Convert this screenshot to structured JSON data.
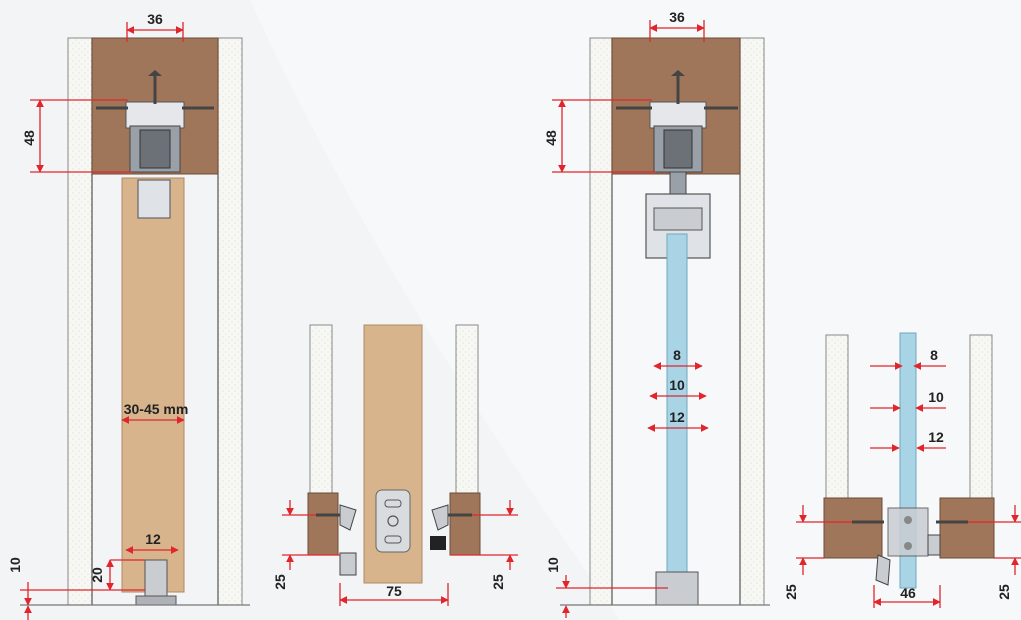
{
  "colors": {
    "background": "#f3f4f6",
    "wood": "#a0765a",
    "door_wood": "#d7b48c",
    "glass": "#a9d4e6",
    "dimension_red": "#e0262c",
    "wall_plaster": "#f5f5f2"
  },
  "diagrams": {
    "wood_vertical": {
      "width_top": "36",
      "height_track": "48",
      "door_thickness": "30-45 mm",
      "guide_width": "12",
      "floor_clearance": "10",
      "guide_height": "20"
    },
    "wood_section": {
      "door_width": "75",
      "left_offset": "25",
      "right_offset": "25"
    },
    "glass_vertical": {
      "width_top": "36",
      "height_track": "48",
      "glass_8": "8",
      "glass_10": "10",
      "glass_12": "12",
      "floor_clearance": "10"
    },
    "glass_section": {
      "glass_8": "8",
      "glass_10": "10",
      "glass_12": "12",
      "guide_width": "46",
      "left_offset": "25",
      "right_offset": "25"
    }
  }
}
